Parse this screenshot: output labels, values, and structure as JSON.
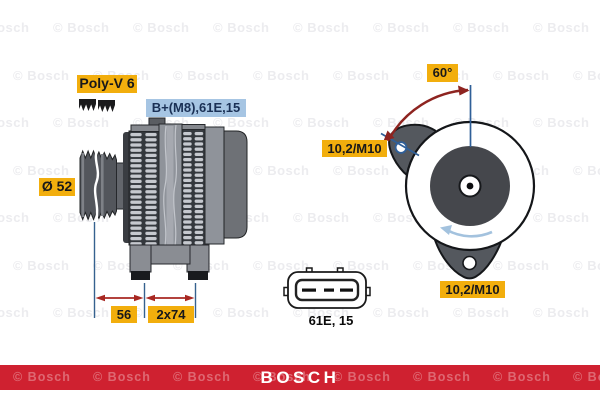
{
  "diagram": {
    "title_labels": {
      "pulley_type": "Poly-V 6",
      "terminals": "B+(M8),61E,15",
      "pulley_diameter": "Ø 52",
      "dim_56": "56",
      "dim_2x74": "2x74",
      "angle": "60°",
      "hole_top": "10,2/M10",
      "hole_bottom": "10,2/M10",
      "connector_terminals": "61E, 15"
    }
  },
  "watermark": {
    "text": "© Bosch"
  },
  "brand_bar": {
    "text": "BOSCH",
    "color": "#cf2130"
  },
  "colors": {
    "label_yellow": "#f2ae0d",
    "label_blue": "#a6c5e3",
    "dimension_blue": "#35618f",
    "arrow_red": "#a1241c",
    "arc_red": "#8e2420",
    "rotation_arrow_blue": "#a3c2de",
    "housing_gray": "#8f939a",
    "dark_gray": "#54585e",
    "watermark_gray": "#ececef"
  }
}
